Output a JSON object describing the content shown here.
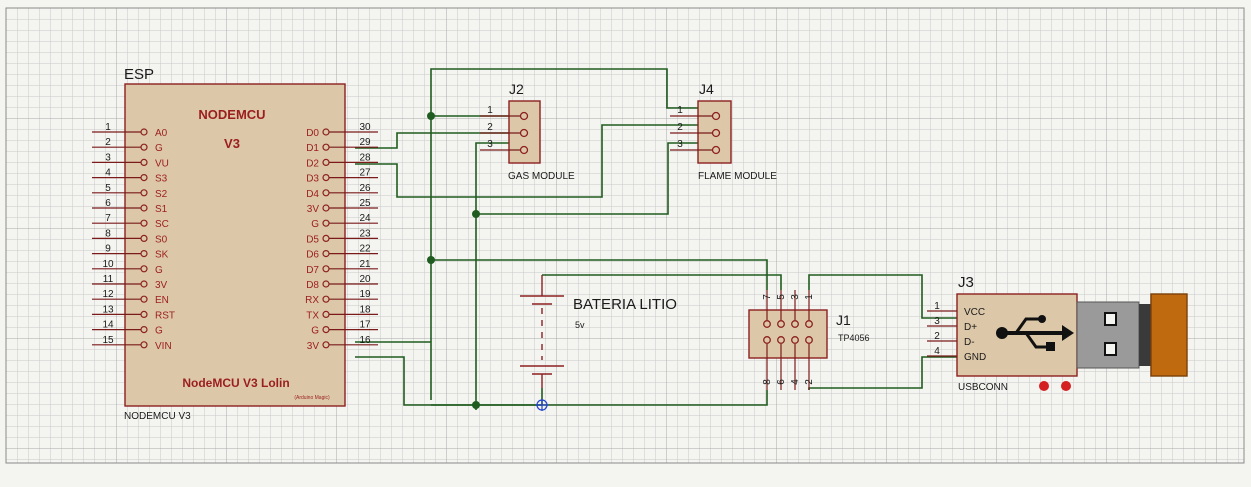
{
  "colors": {
    "background": "#f4f4f0",
    "grid_minor": "#c9c9c9",
    "grid_major": "#a8a8a8",
    "component_fill": "#dcc8a8",
    "component_stroke": "#8c2020",
    "wire": "#1f5c1f",
    "junction": "#1f5c1f",
    "text_red": "#9b1e1e",
    "text_black": "#1a1a1a",
    "usb_orange": "#c06a10"
  },
  "esp": {
    "ref": "ESP",
    "title": "NODEMCU",
    "version": "V3",
    "footer": "NodeMCU V3 Lolin",
    "tiny": "(Arduino Magic)",
    "value": "NODEMCU V3",
    "left_pins": [
      {
        "num": "1",
        "label": "A0"
      },
      {
        "num": "2",
        "label": "G"
      },
      {
        "num": "3",
        "label": "VU"
      },
      {
        "num": "4",
        "label": "S3"
      },
      {
        "num": "5",
        "label": "S2"
      },
      {
        "num": "6",
        "label": "S1"
      },
      {
        "num": "7",
        "label": "SC"
      },
      {
        "num": "8",
        "label": "S0"
      },
      {
        "num": "9",
        "label": "SK"
      },
      {
        "num": "10",
        "label": "G"
      },
      {
        "num": "11",
        "label": "3V"
      },
      {
        "num": "12",
        "label": "EN"
      },
      {
        "num": "13",
        "label": "RST"
      },
      {
        "num": "14",
        "label": "G"
      },
      {
        "num": "15",
        "label": "VIN"
      }
    ],
    "right_pins": [
      {
        "num": "30",
        "label": "D0"
      },
      {
        "num": "29",
        "label": "D1"
      },
      {
        "num": "28",
        "label": "D2"
      },
      {
        "num": "27",
        "label": "D3"
      },
      {
        "num": "26",
        "label": "D4"
      },
      {
        "num": "25",
        "label": "3V"
      },
      {
        "num": "24",
        "label": "G"
      },
      {
        "num": "23",
        "label": "D5"
      },
      {
        "num": "22",
        "label": "D6"
      },
      {
        "num": "21",
        "label": "D7"
      },
      {
        "num": "20",
        "label": "D8"
      },
      {
        "num": "19",
        "label": "RX"
      },
      {
        "num": "18",
        "label": "TX"
      },
      {
        "num": "17",
        "label": "G"
      },
      {
        "num": "16",
        "label": "3V"
      }
    ]
  },
  "j2": {
    "ref": "J2",
    "value": "GAS MODULE",
    "pins": [
      "1",
      "2",
      "3"
    ]
  },
  "j4": {
    "ref": "J4",
    "value": "FLAME MODULE",
    "pins": [
      "1",
      "2",
      "3"
    ]
  },
  "battery": {
    "ref": "BATERIA LITIO",
    "value": "5v"
  },
  "j1": {
    "ref": "J1",
    "value": "TP4056",
    "top_pins": [
      "7",
      "5",
      "3",
      "1"
    ],
    "bottom_pins": [
      "8",
      "6",
      "4",
      "2"
    ]
  },
  "j3": {
    "ref": "J3",
    "value": "USBCONN",
    "labels": [
      "VCC",
      "D+",
      "D-",
      "GND"
    ],
    "pins": [
      "1",
      "3",
      "2",
      "4"
    ]
  }
}
